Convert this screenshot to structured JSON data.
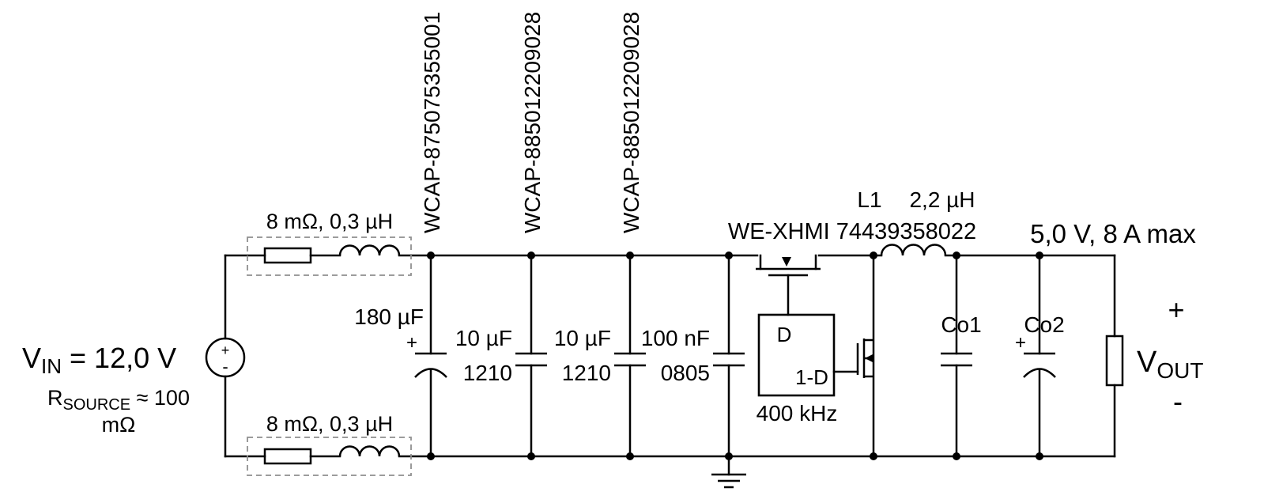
{
  "schematic": {
    "source": {
      "vin_prefix": "V",
      "vin_sub": "IN",
      "vin_suffix": " = 12,0 V",
      "plus": "+",
      "minus": "-",
      "rsource_prefix": "R",
      "rsource_sub": "SOURCE",
      "rsource_suffix": " ≈ 100",
      "rsource_unit": "mΩ"
    },
    "input_filter": {
      "top_parasitic": "8 mΩ, 0,3 µH",
      "bottom_parasitic": "8 mΩ, 0,3 µH",
      "bulk_cap": {
        "part": "WCAP-875075355001",
        "value": "180 µF",
        "polarity": "+"
      },
      "mlcc1": {
        "part": "WCAP-885012209028",
        "value": "10 µF",
        "package": "1210"
      },
      "mlcc2": {
        "part": "WCAP-885012209028",
        "value": "10 µF",
        "package": "1210"
      },
      "hf_cap": {
        "value": "100 nF",
        "package": "0805"
      }
    },
    "converter": {
      "duty_high": "D",
      "duty_low": "1-D",
      "frequency": "400 kHz",
      "inductor_ref": "L1",
      "inductor_value": "2,2 µH",
      "inductor_part": "WE-XHMI 74439358022"
    },
    "output": {
      "cap1": "Co1",
      "cap2": "Co2",
      "cap2_polarity": "+",
      "rating": "5,0 V, 8 A max",
      "plus": "+",
      "vout_prefix": "V",
      "vout_sub": "OUT",
      "minus": "-"
    }
  }
}
